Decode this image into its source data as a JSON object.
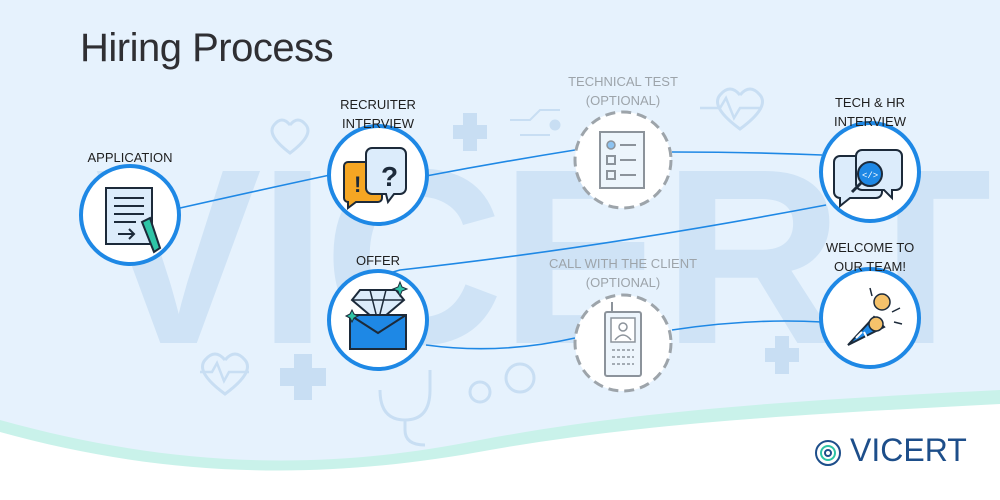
{
  "title": "Hiring Process",
  "watermark": "VICERT",
  "logo": {
    "text": "VICERT"
  },
  "steps": [
    {
      "id": "application",
      "line1": "APPLICATION",
      "line2": "",
      "optional": false,
      "icon": "document-pen-icon"
    },
    {
      "id": "recruiter",
      "line1": "RECRUITER",
      "line2": "INTERVIEW",
      "optional": false,
      "icon": "speech-bubbles-question-icon"
    },
    {
      "id": "technical",
      "line1": "TECHNICAL TEST",
      "line2": "(OPTIONAL)",
      "optional": true,
      "icon": "checklist-icon"
    },
    {
      "id": "techhr",
      "line1": "TECH & HR",
      "line2": "INTERVIEW",
      "optional": false,
      "icon": "code-search-bubbles-icon"
    },
    {
      "id": "offer",
      "line1": "OFFER",
      "line2": "",
      "optional": false,
      "icon": "diamond-envelope-icon"
    },
    {
      "id": "client",
      "line1": "CALL WITH THE CLIENT",
      "line2": "(OPTIONAL)",
      "optional": true,
      "icon": "phone-contact-icon"
    },
    {
      "id": "welcome",
      "line1": "WELCOME TO",
      "line2": "OUR TEAM!",
      "optional": false,
      "icon": "party-popper-icon"
    }
  ],
  "colors": {
    "background": "#e6f2fd",
    "accent": "#1e88e5",
    "node_fill": "#ffffff",
    "muted": "#9da4aa",
    "wave": "#c9f2ea",
    "logo": "#1d4e8a"
  }
}
